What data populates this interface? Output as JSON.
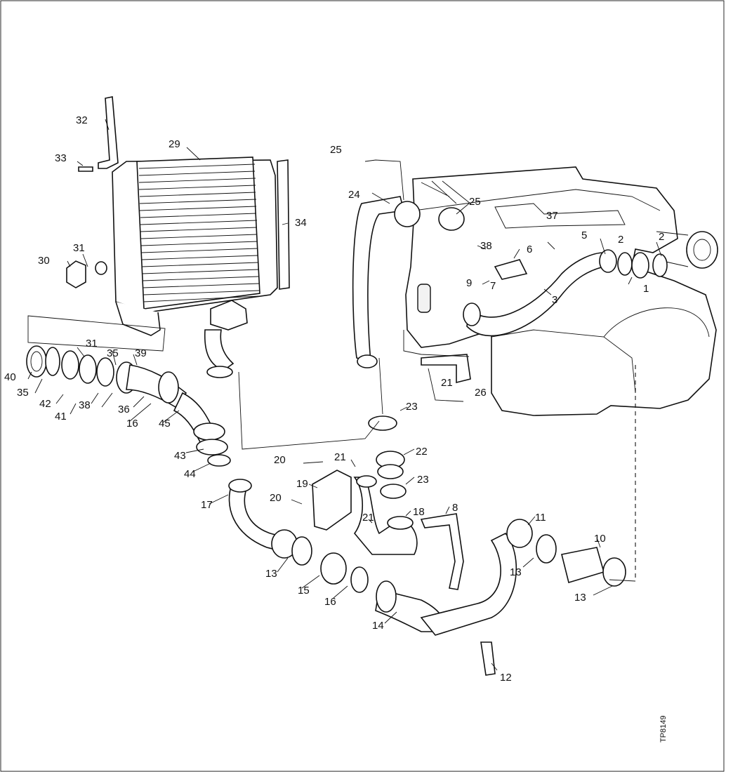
{
  "callouts": {
    "c1": "1",
    "c2a": "2",
    "c2b": "2",
    "c3": "3",
    "c5": "5",
    "c6": "6",
    "c7": "7",
    "c8": "8",
    "c9": "9",
    "c10": "10",
    "c11": "11",
    "c12": "12",
    "c13a": "13",
    "c13b": "13",
    "c13c": "13",
    "c14": "14",
    "c15": "15",
    "c16a": "16",
    "c16b": "16",
    "c17": "17",
    "c18": "18",
    "c19": "19",
    "c20a": "20",
    "c20b": "20",
    "c21a": "21",
    "c21b": "21",
    "c21c": "21",
    "c22": "22",
    "c23a": "23",
    "c23b": "23",
    "c24": "24",
    "c25a": "25",
    "c25b": "25",
    "c26": "26",
    "c29": "29",
    "c30": "30",
    "c31a": "31",
    "c31b": "31",
    "c32": "32",
    "c33": "33",
    "c34": "34",
    "c35a": "35",
    "c35b": "35",
    "c36": "36",
    "c37": "37",
    "c38a": "38",
    "c38b": "38",
    "c39": "39",
    "c40": "40",
    "c41": "41",
    "c42": "42",
    "c43": "43",
    "c44": "44",
    "c45": "45"
  },
  "figure_ref": "TP8149"
}
